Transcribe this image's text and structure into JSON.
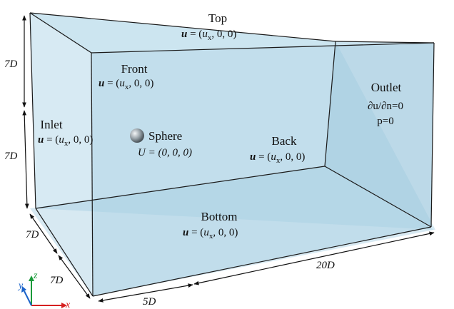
{
  "faces": {
    "top": {
      "name": "Top",
      "bc": {
        "lhs": "u",
        "eq": " = (",
        "sym": "u",
        "sub": "x",
        "tail": ", 0, 0)"
      }
    },
    "front": {
      "name": "Front",
      "bc": {
        "lhs": "u",
        "eq": " = (",
        "sym": "u",
        "sub": "x",
        "tail": ", 0, 0)"
      }
    },
    "inlet": {
      "name": "Inlet",
      "bc": {
        "lhs": "u",
        "eq": " = (",
        "sym": "u",
        "sub": "x",
        "tail": ", 0, 0)"
      }
    },
    "back": {
      "name": "Back",
      "bc": {
        "lhs": "u",
        "eq": " = (",
        "sym": "u",
        "sub": "x",
        "tail": ", 0, 0)"
      }
    },
    "bottom": {
      "name": "Bottom",
      "bc": {
        "lhs": "u",
        "eq": " = (",
        "sym": "u",
        "sub": "x",
        "tail": ", 0, 0)"
      }
    },
    "outlet": {
      "name": "Outlet",
      "bc_line1": "∂u/∂n=0",
      "bc_line2": "p=0"
    }
  },
  "sphere": {
    "name": "Sphere",
    "bc": "U = (0, 0, 0)"
  },
  "dimensions": {
    "height_upper": "7D",
    "height_lower": "7D",
    "depth_upper": "7D",
    "depth_lower": "7D",
    "upstream": "5D",
    "length": "20D"
  },
  "axes": {
    "x": "x",
    "y": "y",
    "z": "z"
  },
  "colors": {
    "fluid": "#b7d9ea",
    "edge": "#1a1a1a",
    "axis_x": "#d62020",
    "axis_y": "#1b63c9",
    "axis_z": "#1a9a3a"
  }
}
